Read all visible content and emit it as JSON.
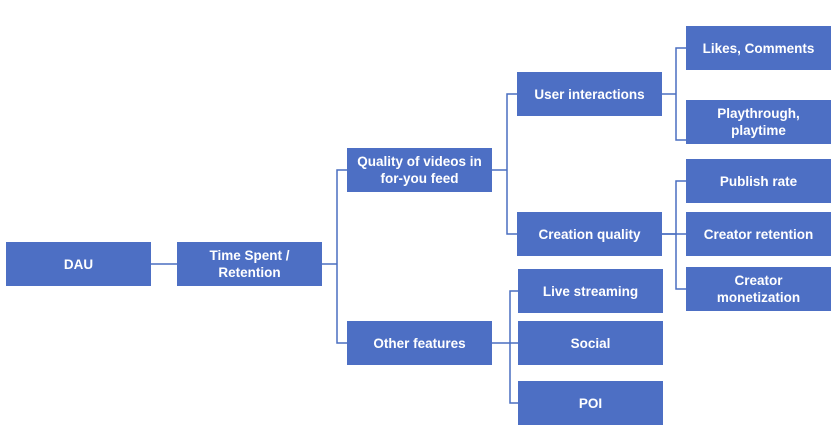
{
  "diagram": {
    "nodes": {
      "dau": "DAU",
      "time_spent": "Time Spent /\nRetention",
      "quality_videos": "Quality of videos in\nfor-you feed",
      "other_features": "Other features",
      "user_interactions": "User interactions",
      "creation_quality": "Creation quality",
      "live_streaming": "Live streaming",
      "social": "Social",
      "poi": "POI",
      "likes_comments": "Likes, Comments",
      "playthrough": "Playthrough,\nplaytime",
      "publish_rate": "Publish rate",
      "creator_retention": "Creator retention",
      "creator_monetization": "Creator\nmonetization"
    },
    "colors": {
      "node_fill": "#4d6fc4",
      "node_text": "#ffffff",
      "connector": "#4a6fc0"
    }
  }
}
